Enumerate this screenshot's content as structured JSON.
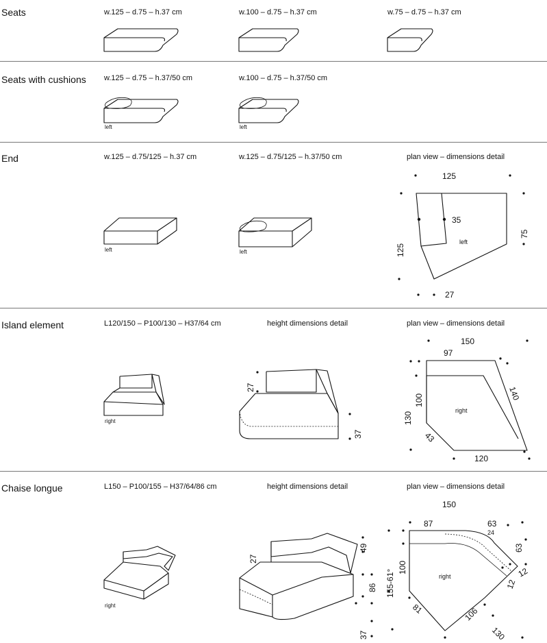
{
  "sections": {
    "seats": {
      "title": "Seats",
      "dims": [
        "w.125 – d.75 – h.37 cm",
        "w.100 – d.75 – h.37 cm",
        "w.75 – d.75 – h.37 cm"
      ]
    },
    "cushions": {
      "title": "Seats with cushions",
      "dims": [
        "w.125 – d.75 – h.37/50 cm",
        "w.100 – d.75 – h.37/50 cm"
      ],
      "labels": [
        "left",
        "left"
      ]
    },
    "end": {
      "title": "End",
      "dims": [
        "w.125 – d.75/125 – h.37 cm",
        "w.125 – d.75/125 – h.37/50 cm",
        "plan view – dimensions detail"
      ],
      "labels": [
        "left",
        "left"
      ],
      "plan": {
        "top": "125",
        "notch": "35",
        "right": "75",
        "left": "125",
        "bottom": "27",
        "side": "left"
      }
    },
    "island": {
      "title": "Island element",
      "dims": [
        "L120/150 – P100/130 – H37/64 cm",
        "height dimensions detail",
        "plan view – dimensions detail"
      ],
      "label": "right",
      "height": {
        "back": "27",
        "seat": "37"
      },
      "plan": {
        "top": "150",
        "inner_top": "97",
        "diag": "140",
        "inner_left": "100",
        "outer_left": "130",
        "chamfer": "43",
        "bottom": "120",
        "side": "right"
      }
    },
    "chaise": {
      "title": "Chaise longue",
      "dims": [
        "L150 – P100/155 – H37/64/86 cm",
        "height dimensions detail",
        "plan view – dimensions detail"
      ],
      "label": "right",
      "height": {
        "back": "27",
        "arm": "49",
        "mid": "86",
        "seat": "37"
      },
      "plan": {
        "top": "150",
        "inner_top": "87",
        "curve": "63",
        "curve_small": "24",
        "right": "63",
        "r1": "12",
        "r2": "12",
        "inner_left": "100",
        "outer_left": "155-61°",
        "chamfer": "81",
        "diag_inner": "106",
        "diag_outer": "130",
        "side": "right"
      }
    }
  }
}
